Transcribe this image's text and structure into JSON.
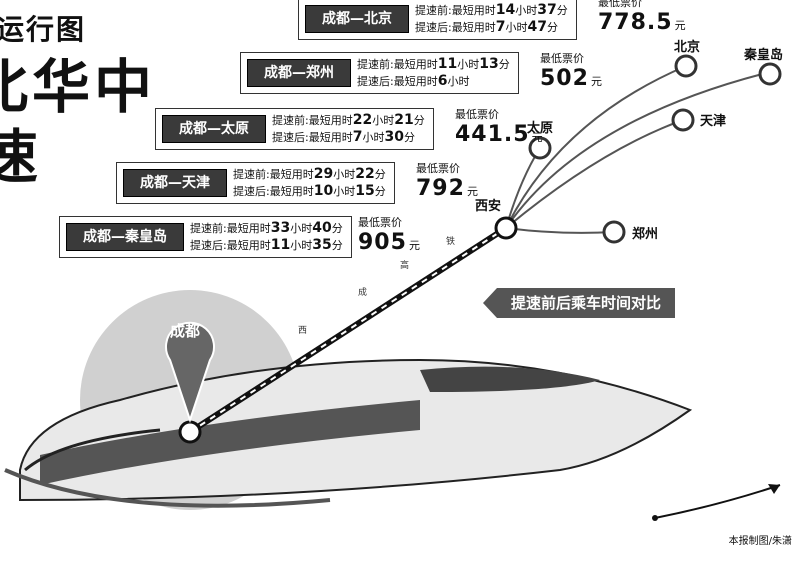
{
  "headline": {
    "line1": "运行图",
    "line2": "北华中",
    "line3": "速"
  },
  "routes": [
    {
      "name": "成都—北京",
      "before_prefix": "提速前:最短用时",
      "before_h": "14",
      "before_m": "37",
      "after_prefix": "提速后:最短用时",
      "after_h": "7",
      "after_m": "47",
      "price_label": "最低票价",
      "price": "778.5",
      "unit": "元"
    },
    {
      "name": "成都—郑州",
      "before_prefix": "提速前:最短用时",
      "before_h": "11",
      "before_m": "13",
      "after_prefix": "提速后:最短用时",
      "after_h": "6",
      "after_m": "",
      "price_label": "最低票价",
      "price": "502",
      "unit": "元"
    },
    {
      "name": "成都—太原",
      "before_prefix": "提速前:最短用时",
      "before_h": "22",
      "before_m": "21",
      "after_prefix": "提速后:最短用时",
      "after_h": "7",
      "after_m": "30",
      "price_label": "最低票价",
      "price": "441.5",
      "unit": "元"
    },
    {
      "name": "成都—天津",
      "before_prefix": "提速前:最短用时",
      "before_h": "29",
      "before_m": "22",
      "after_prefix": "提速后:最短用时",
      "after_h": "10",
      "after_m": "15",
      "price_label": "最低票价",
      "price": "792",
      "unit": "元"
    },
    {
      "name": "成都—秦皇岛",
      "before_prefix": "提速前:最短用时",
      "before_h": "33",
      "before_m": "40",
      "after_prefix": "提速后:最短用时",
      "after_h": "11",
      "after_m": "35",
      "price_label": "最低票价",
      "price": "905",
      "unit": "元"
    }
  ],
  "units": {
    "hour": "小时",
    "minute": "分"
  },
  "cities": {
    "beijing": "北京",
    "qinhuangdao": "秦皇岛",
    "tianjin": "天津",
    "taiyuan": "太原",
    "zhengzhou": "郑州",
    "xian": "西安",
    "chengdu": "成都"
  },
  "railway_chars": [
    "西",
    "成",
    "高",
    "铁"
  ],
  "callout": "提速前后乘车时间对比",
  "credit": "本报制图/朱潇",
  "colors": {
    "dark_box": "#3a3a3a",
    "callout_bg": "#555555",
    "circle_fill": "#cfcfcf"
  }
}
